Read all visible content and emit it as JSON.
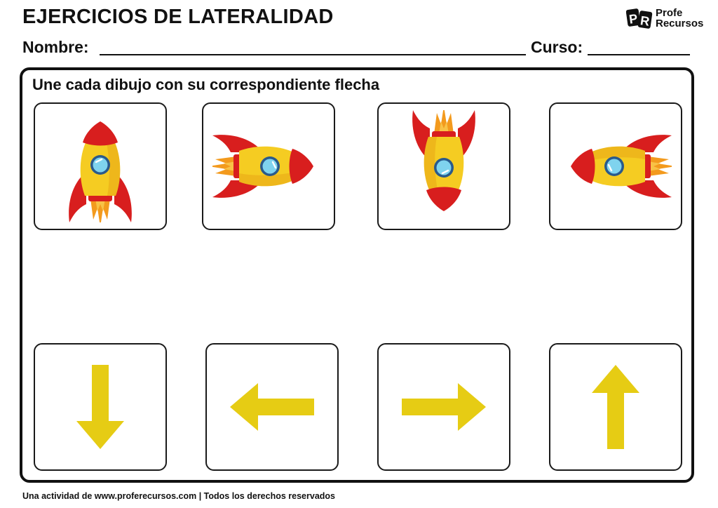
{
  "header": {
    "title": "EJERCICIOS DE LATERALIDAD",
    "logo_line1": "Profe",
    "logo_line2": "Recursos",
    "logo_letters": "PR"
  },
  "form": {
    "name_label": "Nombre:",
    "course_label": "Curso:"
  },
  "exercise": {
    "instruction": "Une cada dibujo con su correspondiente flecha",
    "pictures": [
      {
        "icon": "rocket-icon",
        "direction": "up"
      },
      {
        "icon": "rocket-icon",
        "direction": "right"
      },
      {
        "icon": "rocket-icon",
        "direction": "down"
      },
      {
        "icon": "rocket-icon",
        "direction": "left"
      }
    ],
    "arrows": [
      {
        "icon": "arrow-down-icon",
        "direction": "down"
      },
      {
        "icon": "arrow-left-icon",
        "direction": "left"
      },
      {
        "icon": "arrow-right-icon",
        "direction": "right"
      },
      {
        "icon": "arrow-up-icon",
        "direction": "up"
      }
    ]
  },
  "colors": {
    "rocket_body": "#f5cc22",
    "rocket_shade": "#e7a615",
    "rocket_red": "#d81e1e",
    "flame": "#f39a1d",
    "window": "#7fd3ee",
    "arrow": "#e6cc14",
    "ink": "#111111"
  },
  "footer": {
    "text": "Una actividad de www.proferecursos.com | Todos los derechos reservados"
  }
}
